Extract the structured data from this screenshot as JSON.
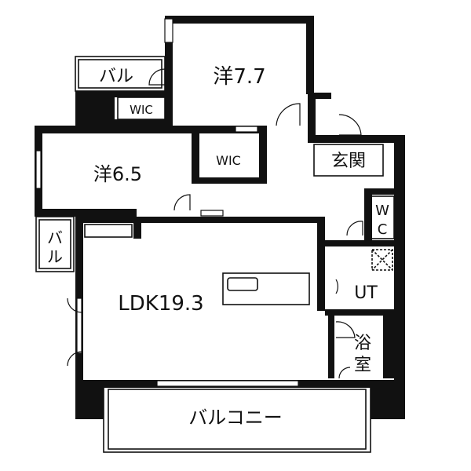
{
  "rooms": {
    "western_77": "洋7.7",
    "western_65": "洋6.5",
    "wic_upper": "WIC",
    "wic_middle": "WIC",
    "ldk": "LDK19.3",
    "entrance": "玄関",
    "ut": "UT",
    "bath_line1": "浴",
    "bath_line2": "室",
    "wc_line1": "W",
    "wc_line2": "C",
    "balcony_top": "バル",
    "balcony_left_line1": "バ",
    "balcony_left_line2": "ル",
    "balcony_bottom": "バルコニー"
  },
  "colors": {
    "wall": "#111111",
    "background": "#ffffff"
  }
}
